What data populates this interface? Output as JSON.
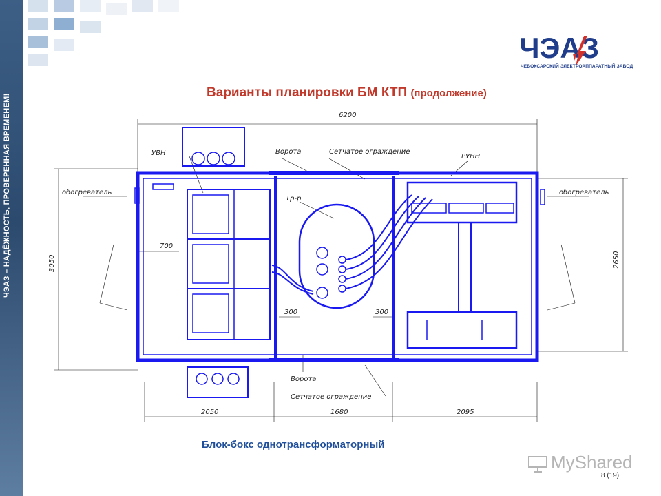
{
  "sidebar": {
    "slogan": "ЧЭАЗ – НАДЁЖНОСТЬ, ПРОВЕРЕННАЯ ВРЕМЕНЕМ!"
  },
  "logo": {
    "text": "ЧЭАЗ",
    "subtitle": "ЧЕБОКСАРСКИЙ ЭЛЕКТРОАППАРАТНЫЙ ЗАВОД",
    "color": "#1f3d8a",
    "accent": "#d0322b"
  },
  "slide": {
    "title": "Варианты планировки БМ КТП",
    "title_suffix": "(продолжение)",
    "caption": "Блок-бокс однотрансформаторный",
    "page": "8 (19)",
    "watermark": "MyShared"
  },
  "drawing": {
    "labels": {
      "uvn": "УВН",
      "gate_top": "Ворота",
      "mesh_top": "Сетчатое ограждение",
      "runn": "РУНН",
      "heater_left": "обогреватель",
      "heater_right": "обогреватель",
      "transformer": "Тр-р",
      "gate_bottom": "Ворота",
      "mesh_bottom": "Сетчатое ограждение"
    },
    "dimensions": {
      "overall_width": "6200",
      "overall_height": "3050",
      "inner_height": "2650",
      "uvn_offset": "700",
      "clear_left": "300",
      "clear_right": "300",
      "section_left": "2050",
      "section_middle": "1680",
      "section_right": "2095"
    }
  }
}
